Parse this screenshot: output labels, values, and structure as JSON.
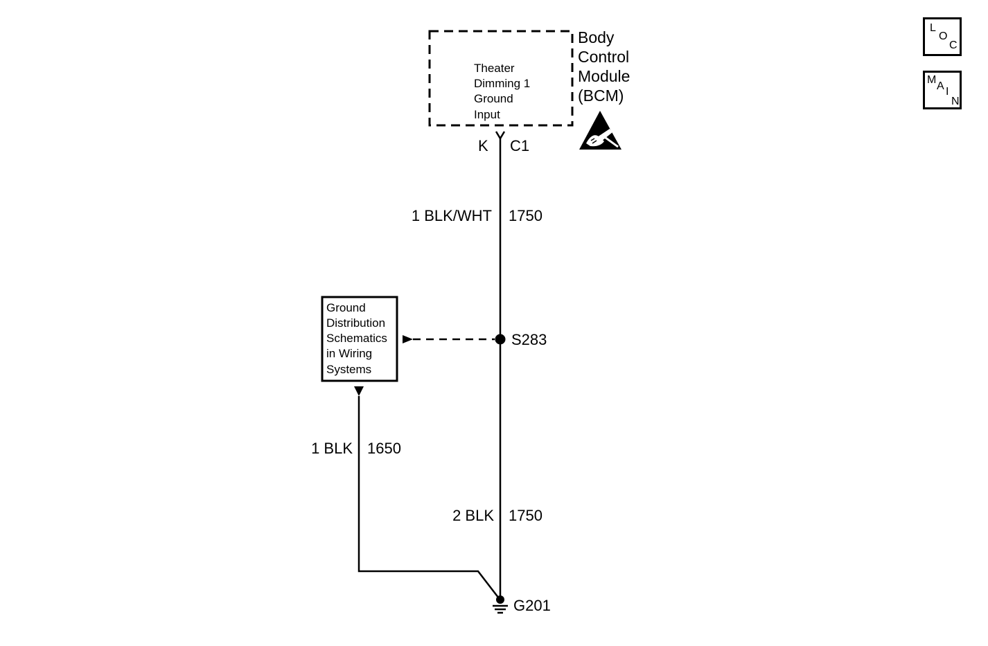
{
  "module": {
    "name_lines": [
      "Body",
      "Control",
      "Module",
      "(BCM)"
    ],
    "input_label_lines": [
      "Theater",
      "Dimming 1",
      "Ground",
      "Input"
    ],
    "esd_icon": "esd-sensitive-warning-icon"
  },
  "connector": {
    "terminal": "K",
    "id": "C1"
  },
  "wires": {
    "upper": {
      "size_color": "1 BLK/WHT",
      "circuit": "1750"
    },
    "lower": {
      "size_color": "2 BLK",
      "circuit": "1750"
    },
    "branch": {
      "size_color": "1 BLK",
      "circuit": "1650"
    }
  },
  "splice": {
    "id": "S283"
  },
  "ground": {
    "id": "G201",
    "icon": "ground-symbol-icon"
  },
  "reference_box": {
    "lines": [
      "Ground",
      "Distribution",
      "Schematics",
      "in Wiring",
      "Systems"
    ]
  },
  "nav": {
    "loc": {
      "letters": [
        "L",
        "O",
        "C"
      ]
    },
    "main": {
      "letters": [
        "M",
        "A",
        "I",
        "N"
      ]
    }
  },
  "colors": {
    "line": "#000000",
    "background": "#ffffff"
  }
}
